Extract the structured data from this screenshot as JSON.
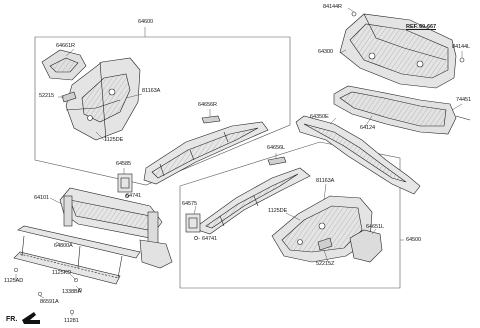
{
  "labels": {
    "p64600": "64600",
    "p64661R": "64661R",
    "p52215": "52215",
    "p81163A_top": "81163A",
    "p1125DE_top": "1125DE",
    "p64656R": "64656R",
    "p64585": "64585",
    "p64741_top": "64741",
    "p84144R": "84144R",
    "ref": "REF. 60-667",
    "p64300": "64300",
    "p84144L": "84144L",
    "p74451": "74451",
    "p64350E": "64350E",
    "p64124": "64124",
    "p64656L": "64656L",
    "p81163A_bot": "81163A",
    "p1125DE_bot": "1125DE",
    "p64575": "64575",
    "p64741_bot": "64741",
    "p64651L": "64651L",
    "p64500": "64500",
    "p52215Z": "52215Z",
    "p64101": "64101",
    "p64800A": "64800A",
    "p1125KD": "1125KD",
    "p1125AD": "1125AD",
    "p1338BA": "1338BA",
    "p86591A": "86591A",
    "p11281": "11281",
    "fr": "FR."
  },
  "colors": {
    "line": "#222222",
    "part_fill": "#e6e6e6",
    "part_shade": "#bdbdbd",
    "frame": "#555555"
  },
  "icons": {
    "front_arrow": "arrow-down-left-icon"
  }
}
